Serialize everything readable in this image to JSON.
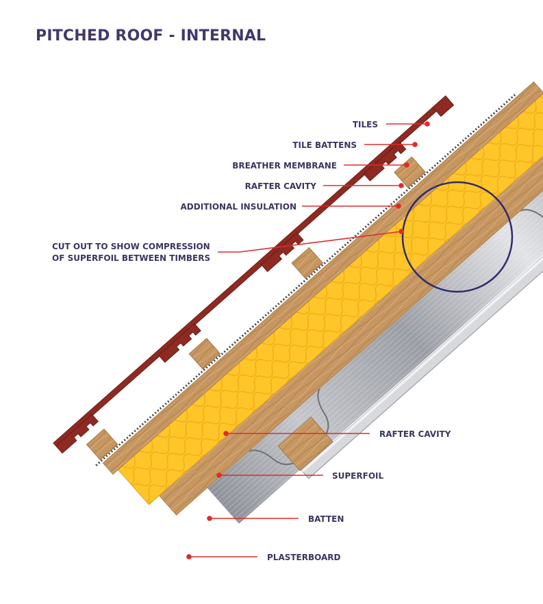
{
  "title": "PITCHED ROOF - INTERNAL",
  "colors": {
    "tile": "#8e2a22",
    "wood": "#c79762",
    "insulation": "#ffc629",
    "foil": "#a9acb3",
    "plasterboard": "#d8d9dc",
    "leader": "#e02b2b",
    "text": "#3a3560",
    "circle": "#2f2a6b"
  },
  "labels": {
    "tiles": "TILES",
    "tile_battens": "TILE BATTENS",
    "breather_membrane": "BREATHER MEMBRANE",
    "rafter_cavity_top": "RAFTER CAVITY",
    "additional_insulation": "ADDITIONAL INSULATION",
    "cutout_line1": "CUT OUT TO SHOW COMPRESSION",
    "cutout_line2": "OF SUPERFOIL BETWEEN TIMBERS",
    "rafter_cavity_bottom": "RAFTER CAVITY",
    "superfoil": "SUPERFOIL",
    "batten": "BATTEN",
    "plasterboard": "PLASTERBOARD"
  }
}
